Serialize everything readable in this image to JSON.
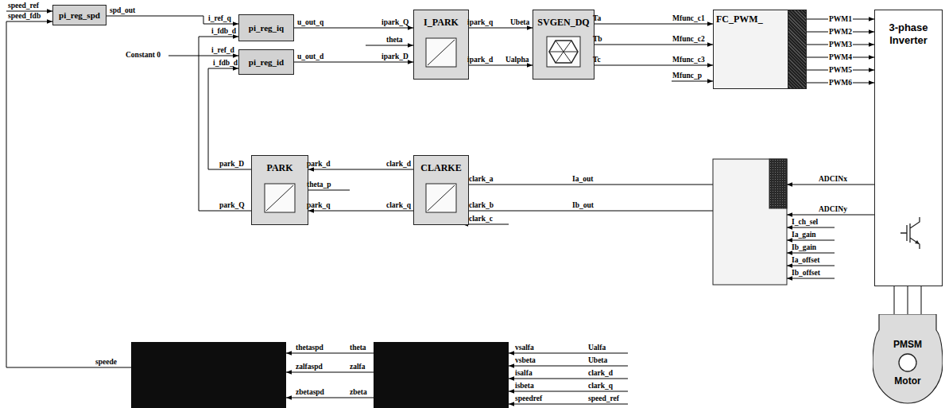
{
  "diagram": {
    "nodes": [
      {
        "text": [
          "pi_reg_spd"
        ]
      },
      {
        "text": [
          "pi_reg_iq"
        ]
      },
      {
        "text": [
          "pi_reg_id"
        ]
      },
      {
        "text": [
          "I_PARK"
        ]
      },
      {
        "text": [
          "SVGEN_DQ"
        ]
      },
      {
        "text": [
          "FC_PWM_"
        ]
      },
      {
        "text": [
          "3-phase Inverter"
        ]
      },
      {
        "text": [
          "PARK"
        ]
      },
      {
        "text": [
          "CLARKE"
        ]
      },
      {
        "text": [
          "PMSM",
          "Motor"
        ]
      }
    ],
    "edges": [
      {
        "from": 0,
        "to": 1,
        "arrow": "to"
      },
      {
        "from": 1,
        "to": 3,
        "arrow": "to"
      },
      {
        "from": 2,
        "to": 3,
        "arrow": "to"
      },
      {
        "from": 3,
        "to": 4,
        "arrow": "to"
      },
      {
        "from": 3,
        "to": 4,
        "arrow": "to"
      },
      {
        "from": 4,
        "to": 5,
        "arrow": "to"
      },
      {
        "from": 4,
        "to": 5,
        "arrow": "to"
      },
      {
        "from": 4,
        "to": 5,
        "arrow": "to"
      },
      {
        "from": 5,
        "to": 6,
        "label": "PWM1",
        "arrow": "to"
      },
      {
        "from": 5,
        "to": 6,
        "label": "PWM2",
        "arrow": "to"
      },
      {
        "from": 5,
        "to": 6,
        "label": "PWM3",
        "arrow": "to"
      },
      {
        "from": 5,
        "to": 6,
        "label": "PWM4",
        "arrow": "to"
      },
      {
        "from": 5,
        "to": 6,
        "label": "PWM5",
        "arrow": "to"
      },
      {
        "from": 5,
        "to": 6,
        "label": "PWM6",
        "arrow": "to"
      },
      {
        "from": 6,
        "to": 9,
        "arrow": "none"
      },
      {
        "from": 6,
        "to": 9,
        "arrow": "none"
      },
      {
        "from": 6,
        "to": 9,
        "arrow": "none"
      },
      {
        "from": 8,
        "to": 7,
        "arrow": "to"
      },
      {
        "from": 8,
        "to": 7,
        "arrow": "to"
      },
      {
        "from": 7,
        "to": 2,
        "arrow": "to"
      },
      {
        "from": 7,
        "to": 1,
        "arrow": "to"
      }
    ],
    "labels": [
      "speed_ref",
      "speed_fdb",
      "spd_out",
      "i_ref_q",
      "i_fdb_d",
      "u_out_q",
      "ipark_Q",
      "theta",
      "ipark_q",
      "Ubeta",
      "ipark_d",
      "Ualpha",
      "Ta",
      "Tb",
      "Tc",
      "Mfunc_c1",
      "Mfunc_c2",
      "Mfunc_c3",
      "Mfunc_p",
      "Constant 0",
      "i_ref_d",
      "i_fdb_d",
      "u_out_d",
      "ipark_D",
      "park_D",
      "park_d",
      "clark_d",
      "clark_a",
      "Ia_out",
      "ADCINx",
      "theta_p",
      "clark_b",
      "Ib_out",
      "ADCINy",
      "park_Q",
      "park_q",
      "clark_q",
      "clark_c",
      "I_ch_sel",
      "Ia_gain",
      "Ib_gain",
      "Ia_offset",
      "Ib_offset",
      "thetaspd",
      "theta",
      "vsalfa",
      "Ualfa",
      "speede",
      "zalfaspd",
      "zalfa",
      "vsbeta",
      "Ubeta",
      "isalfa",
      "clark_d",
      "isbeta",
      "clark_q",
      "zbetaspd",
      "zbeta",
      "speedref",
      "speed_ref"
    ]
  }
}
